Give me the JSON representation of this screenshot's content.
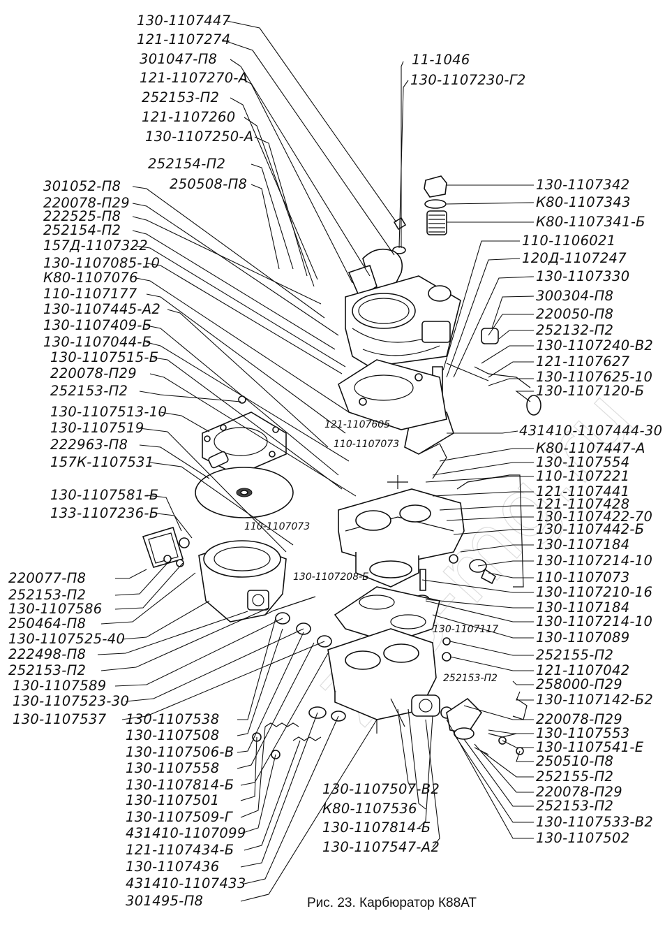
{
  "caption": "Рис. 23. Карбюратор К88АТ",
  "watermark": "ZiS-mg.ru",
  "labels_top_left": [
    "130-1107447",
    "121-1107274",
    "301047-П8",
    "121-1107270-А",
    "252153-П2",
    "121-1107260",
    "130-1107250-А",
    "252154-П2",
    "250508-П8"
  ],
  "labels_left": [
    "301052-П8",
    "220078-П29",
    "222525-П8",
    "252154-П2",
    "157Д-1107322",
    "130-1107085-10",
    "К80-1107076",
    "110-1107177",
    "130-1107445-А2",
    "130-1107409-Б",
    "130-1107044-Б",
    "130-1107515-Б",
    "220078-П29",
    "252153-П2",
    "130-1107513-10",
    "130-1107519",
    "222963-П8",
    "157К-1107531",
    "130-1107581-Б",
    "133-1107236-Б"
  ],
  "labels_left_lower": [
    "220077-П8",
    "252153-П2",
    "130-1107586",
    "250464-П8",
    "130-1107525-40",
    "222498-П8",
    "252153-П2",
    "130-1107589",
    "130-1107523-30",
    "130-1107537"
  ],
  "labels_bottom_left": [
    "130-1107538",
    "130-1107508",
    "130-1107506-В",
    "130-1107558",
    "130-1107814-Б",
    "130-1107501",
    "130-1107509-Г",
    "431410-1107099",
    "121-1107434-Б",
    "130-1107436",
    "431410-1107433",
    "301495-П8"
  ],
  "labels_top_center": [
    "11-1046",
    "130-1107230-Г2"
  ],
  "labels_right": [
    "130-1107342",
    "К80-1107343",
    "К80-1107341-Б",
    "110-1106021",
    "120Д-1107247",
    "130-1107330",
    "300304-П8",
    "220050-П8",
    "252132-П2",
    "130-1107240-В2",
    "121-1107627",
    "130-1107625-10",
    "130-1107120-Б",
    "431410-1107444-30",
    "К80-1107447-А",
    "130-1107554",
    "110-1107221",
    "121-1107441",
    "121-1107428",
    "130-1107422-70",
    "130-1107442-Б",
    "130-1107184",
    "130-1107214-10",
    "110-1107073",
    "130-1107210-16",
    "130-1107184",
    "130-1107214-10",
    "130-1107089",
    "252155-П2",
    "121-1107042",
    "258000-П29",
    "130-1107142-Б2",
    "220078-П29",
    "130-1107553",
    "130-1107541-Е",
    "250510-П8",
    "252155-П2",
    "220078-П29",
    "252153-П2",
    "130-1107533-В2",
    "130-1107502"
  ],
  "labels_small_inner": [
    "121-1107605",
    "110-1107073",
    "110-1107073",
    "130-1107208-Б",
    "130-1107117",
    "252153-П2"
  ],
  "labels_bottom_center": [
    "130-1107507-В2",
    "К80-1107536",
    "130-1107814-Б",
    "130-1107547-А2"
  ]
}
